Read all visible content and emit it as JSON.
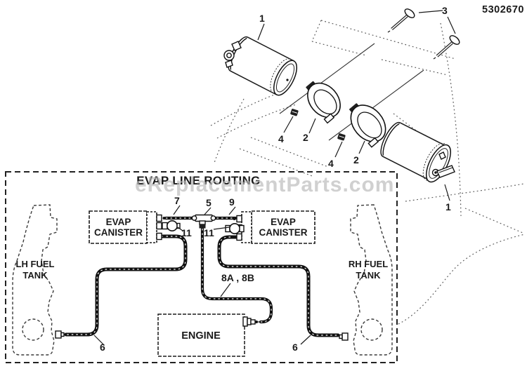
{
  "header": {
    "part_number": "5302670"
  },
  "watermark": {
    "text": "eReplacementParts.com"
  },
  "exploded_view": {
    "callout_1a": "1",
    "callout_1b": "1",
    "callout_2a": "2",
    "callout_2b": "2",
    "callout_3": "3",
    "callout_4a": "4",
    "callout_4b": "4"
  },
  "routing_box": {
    "title": "EVAP LINE ROUTING",
    "lh_tank": {
      "line1": "LH FUEL",
      "line2": "TANK"
    },
    "rh_tank": {
      "line1": "RH FUEL",
      "line2": "TANK"
    },
    "left_canister": {
      "line1": "EVAP",
      "line2": "CANISTER"
    },
    "right_canister": {
      "line1": "EVAP",
      "line2": "CANISTER"
    },
    "engine": "ENGINE",
    "callout_5": "5",
    "callout_6a": "6",
    "callout_6b": "6",
    "callout_7": "7",
    "callout_8": "8A , 8B",
    "callout_9": "9",
    "callout_11a": "11",
    "callout_11b": "11"
  }
}
